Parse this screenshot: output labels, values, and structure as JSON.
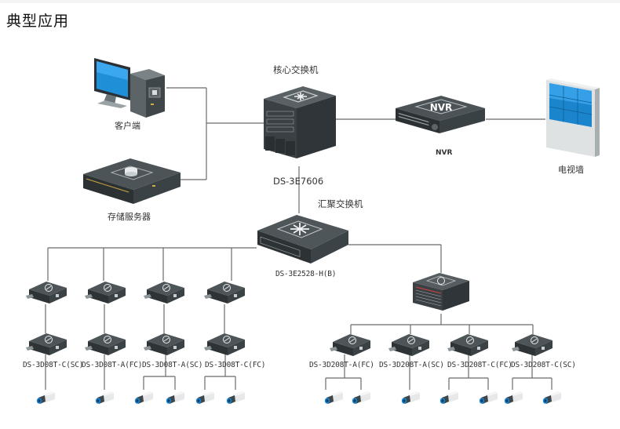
{
  "title": "典型应用",
  "nodes": {
    "client": {
      "label": "客户端",
      "icon": "desktop-computer-icon"
    },
    "storage": {
      "label": "存储服务器",
      "icon": "storage-server-icon"
    },
    "core_switch": {
      "label": "核心交换机",
      "model": "DS-3E7606",
      "icon": "core-switch-icon"
    },
    "nvr": {
      "label": "NVR",
      "badge": "NVR",
      "icon": "nvr-icon"
    },
    "video_wall": {
      "label": "电视墙",
      "icon": "video-wall-icon"
    },
    "agg_switch": {
      "label": "汇聚交换机",
      "model": "DS-3E2528-H(B)",
      "icon": "aggregation-switch-icon"
    },
    "chassis": {
      "icon": "media-converter-chassis-icon"
    }
  },
  "left_group": [
    {
      "model": "DS-3D08T-C(SC)",
      "cameras": 1
    },
    {
      "model": "DS-3D08T-A(FC)",
      "cameras": 1
    },
    {
      "model": "DS-3D08T-A(SC)",
      "cameras": 2
    },
    {
      "model": "DS-3D08T-C(FC)",
      "cameras": 2
    }
  ],
  "right_group": [
    {
      "model": "DS-3D208T-A(FC)",
      "cameras": 2
    },
    {
      "model": "DS-3D208T-A(SC)",
      "cameras": 1
    },
    {
      "model": "DS-3D208T-C(FC)",
      "cameras": 2
    },
    {
      "model": "DS-3D208T-C(SC)",
      "cameras": 2
    }
  ],
  "colors": {
    "device_dark": "#3e4447",
    "device_top": "#555c60",
    "line": "#666666",
    "screen_blue": "#1f8fd8",
    "camera_lens": "#1a7fc8"
  }
}
